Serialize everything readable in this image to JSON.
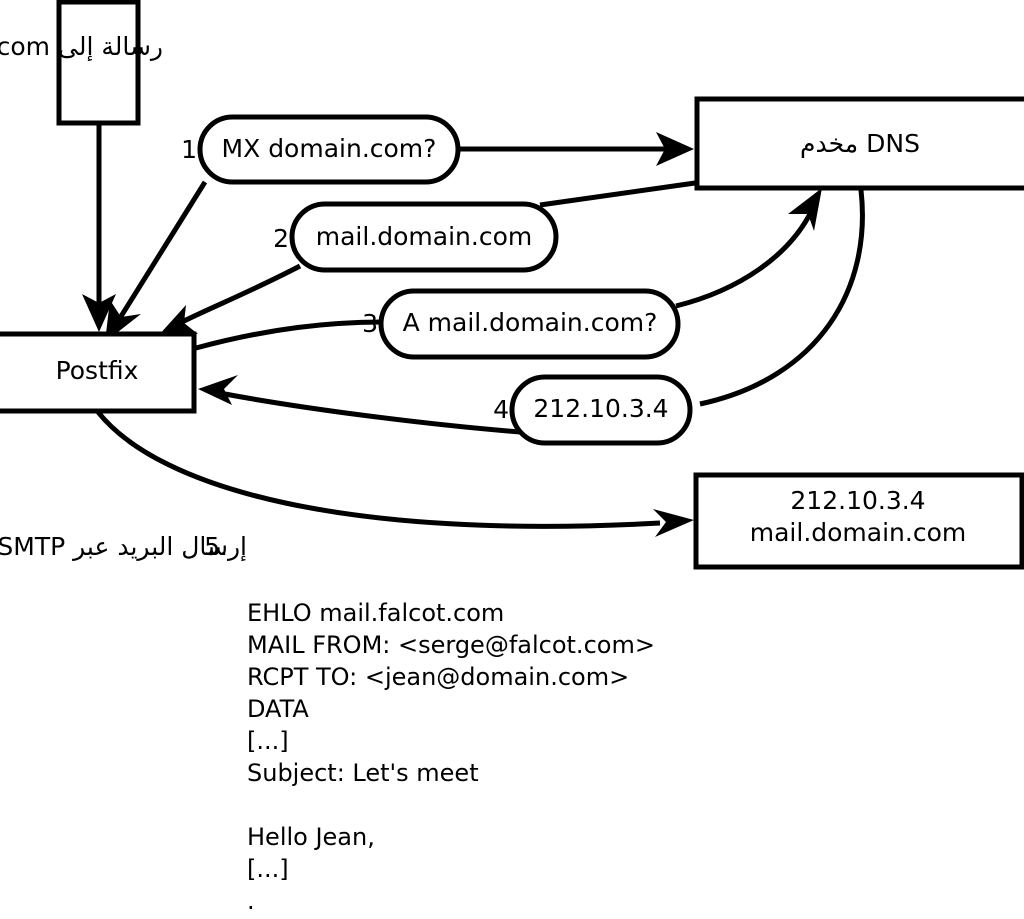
{
  "diagram": {
    "title_note": "رسالة إلى jean@domain.com",
    "nodes": {
      "source_box": {
        "label": ""
      },
      "postfix": {
        "label": "Postfix"
      },
      "dns": {
        "label": "مخدم DNS"
      },
      "mailserver": {
        "line1": "212.10.3.4",
        "line2": "mail.domain.com"
      }
    },
    "steps": [
      {
        "num": "1.",
        "label": "MX domain.com?"
      },
      {
        "num": "2.",
        "label": "mail.domain.com"
      },
      {
        "num": "3.",
        "label": "A mail.domain.com?"
      },
      {
        "num": "4.",
        "label": "212.10.3.4"
      }
    ],
    "step5": {
      "num": "5.",
      "label": "إرسال البريد عبر SMTP"
    },
    "smtp_transcript": [
      "EHLO mail.falcot.com",
      "MAIL FROM: <serge@falcot.com>",
      "RCPT TO: <jean@domain.com>",
      "DATA",
      "[...]",
      "Subject: Let's meet",
      "",
      "Hello Jean,",
      "[...]",
      "."
    ],
    "colors": {
      "stroke": "#000000",
      "fill": "#ffffff",
      "background": "#ffffff"
    }
  }
}
